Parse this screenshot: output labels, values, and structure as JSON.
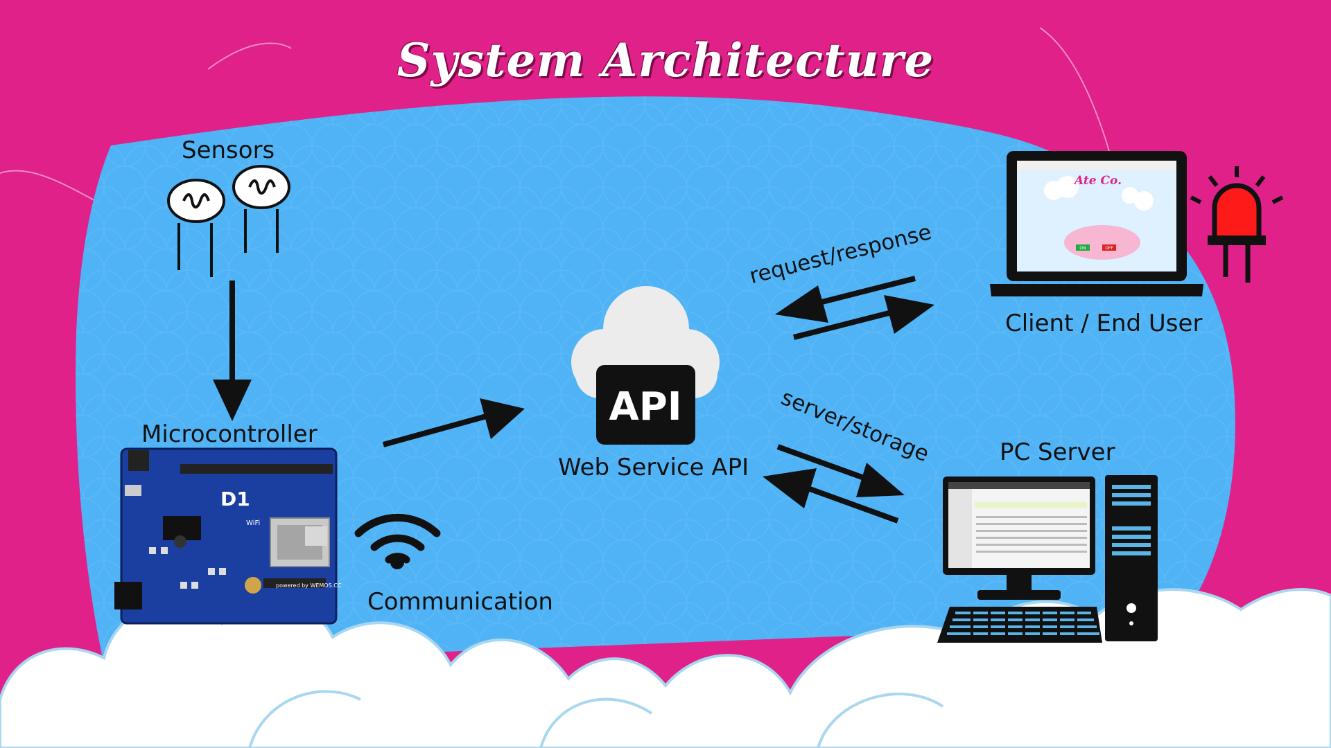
{
  "title": "System Architecture",
  "nodes": {
    "sensors": "Sensors",
    "microcontroller": "Microcontroller",
    "communication": "Communication",
    "api": "Web Service API",
    "api_badge": "API",
    "client": "Client / End User",
    "server": "PC Server"
  },
  "edges": {
    "request_response": "request/response",
    "server_storage": "server/storage"
  },
  "board": {
    "model": "D1",
    "wifi": "WiFi",
    "maker": "powered by WEMOS.CC"
  },
  "client_screen": {
    "brand": "Ate Co.",
    "button_on": "ON",
    "button_off": "OFF"
  },
  "colors": {
    "background_pink": "#e0218a",
    "sky_blue": "#4fb3f6",
    "cloud_white": "#ffffff",
    "outline_black": "#111111",
    "led_red": "#ff1a1a",
    "server_screen_blue": "#5ab4e6"
  },
  "icons": [
    "light-sensor-icon",
    "wifi-icon",
    "cloud-icon",
    "laptop-icon",
    "led-icon",
    "desktop-pc-icon",
    "tower-icon",
    "keyboard-icon"
  ]
}
